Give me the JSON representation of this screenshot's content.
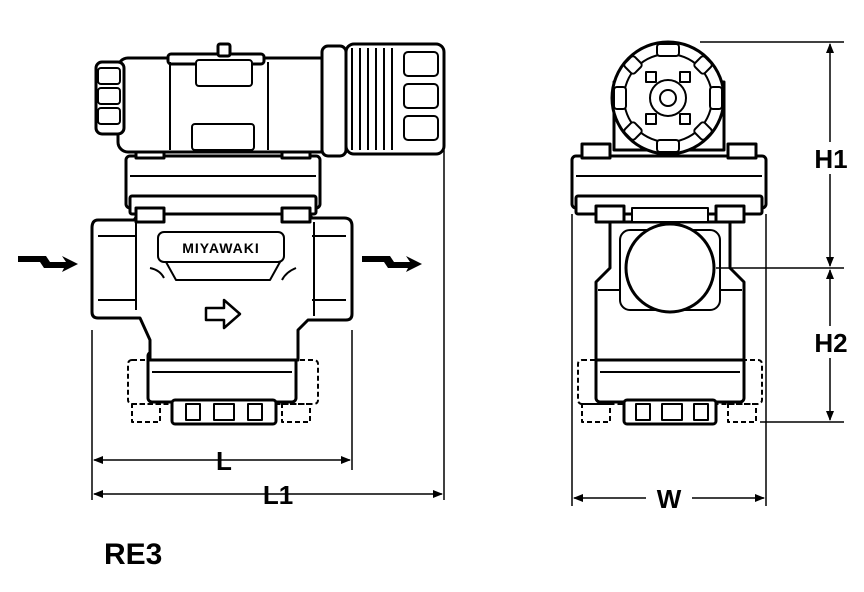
{
  "brand": "MIYAWAKI",
  "model": "RE3",
  "dimensions": {
    "l": "L",
    "l1": "L1",
    "w": "W",
    "h1": "H1",
    "h2": "H2"
  }
}
